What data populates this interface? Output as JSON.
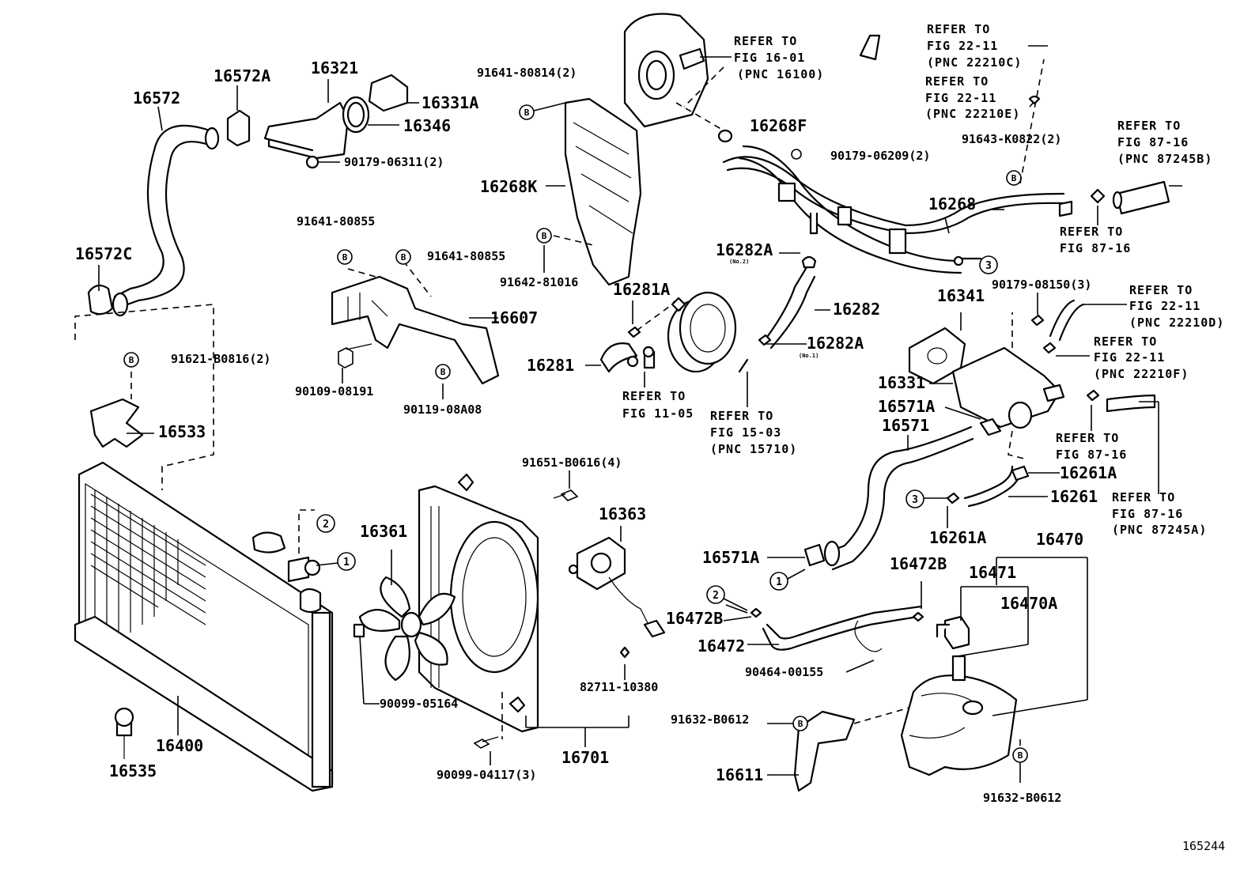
{
  "diagram_id": "165244",
  "labels": {
    "p16572": "16572",
    "p16572A": "16572A",
    "p16572C": "16572C",
    "p16321": "16321",
    "p16331A": "16331A",
    "p16346": "16346",
    "p90179_06311": "90179-06311(2)",
    "p91641_80814": "91641-80814(2)",
    "p16268K": "16268K",
    "p91642_81016": "91642-81016",
    "p16268F": "16268F",
    "p90179_06209": "90179-06209(2)",
    "p91643_K0822": "91643-K0822(2)",
    "p16268": "16268",
    "p91641_80855a": "91641-80855",
    "p91641_80855b": "91641-80855",
    "p16607": "16607",
    "p90109_08191": "90109-08191",
    "p90119_08A08": "90119-08A08",
    "p91621_B0816": "91621-B0816(2)",
    "p16533": "16533",
    "p16282A_top": "16282A",
    "p16282": "16282",
    "p16282A_bot": "16282A",
    "no2": "(No.2)",
    "no1": "(No.1)",
    "p16281A": "16281A",
    "p16281": "16281",
    "p16341": "16341",
    "p90179_08150": "90179-08150(3)",
    "p16331": "16331",
    "p16571A_top": "16571A",
    "p16571": "16571",
    "p16261A_top": "16261A",
    "p16261": "16261",
    "p16261A_bot": "16261A",
    "p16470": "16470",
    "p16471": "16471",
    "p16470A": "16470A",
    "p16472B_top": "16472B",
    "p16472B_left": "16472B",
    "p16472": "16472",
    "p90464_00155": "90464-00155",
    "p16571A_bot": "16571A",
    "p91651_B0616": "91651-B0616(4)",
    "p16363": "16363",
    "p16361": "16361",
    "p90099_05164": "90099-05164",
    "p82711_10380": "82711-10380",
    "p16701": "16701",
    "p90099_04117": "90099-04117(3)",
    "p16400": "16400",
    "p16535": "16535",
    "p91632_B0612_left": "91632-B0612",
    "p91632_B0612_bot": "91632-B0612",
    "p16611": "16611"
  },
  "refs": {
    "fig16_01": [
      "REFER TO",
      "FIG 16-01",
      "(PNC 16100)"
    ],
    "fig22_11c": [
      "REFER TO",
      "FIG 22-11",
      "(PNC 22210C)"
    ],
    "fig22_11e": [
      "REFER TO",
      "FIG 22-11",
      "(PNC 22210E)"
    ],
    "fig87_16b": [
      "REFER TO",
      "FIG 87-16",
      "(PNC 87245B)"
    ],
    "fig87_16_top": [
      "REFER TO",
      "FIG 87-16"
    ],
    "fig22_11d": [
      "REFER TO",
      "FIG 22-11",
      "(PNC 22210D)"
    ],
    "fig22_11f": [
      "REFER TO",
      "FIG 22-11",
      "(PNC 22210F)"
    ],
    "fig11_05": [
      "REFER TO",
      "FIG 11-05"
    ],
    "fig15_03": [
      "REFER TO",
      "FIG 15-03",
      "(PNC 15710)"
    ],
    "fig87_16_mid": [
      "REFER TO",
      "FIG 87-16"
    ],
    "fig87_16a": [
      "REFER TO",
      "FIG 87-16",
      "(PNC 87245A)"
    ]
  },
  "markers": {
    "one": "1",
    "two": "2",
    "three": "3"
  },
  "bolt_symbol": "B"
}
